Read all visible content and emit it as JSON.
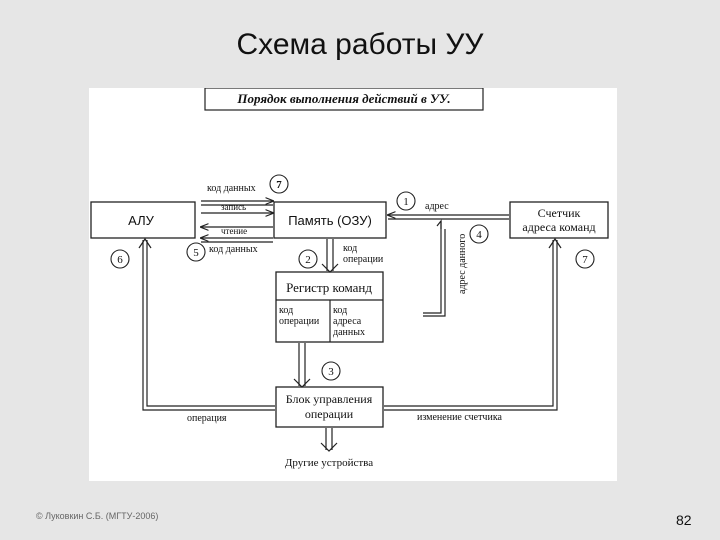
{
  "slide": {
    "title": "Схема работы УУ",
    "footer": "© Луковкин С.Б. (МГТУ-2006)",
    "page_number": "82"
  },
  "diagram": {
    "header": "Порядок выполнения действий в УУ.",
    "blocks": {
      "alu": "АЛУ",
      "memory": "Память (ОЗУ)",
      "counter_line1": "Счетчик",
      "counter_line2": "адреса команд",
      "register": "Регистр команд",
      "reg_left_line1": "код",
      "reg_left_line2": "операции",
      "reg_right_line1": "код",
      "reg_right_line2": "адреса",
      "reg_right_line3": "данных",
      "control_line1": "Блок управления",
      "control_line2": "операции"
    },
    "labels": {
      "data_code_top": "код данных",
      "write": "запись",
      "read": "чтение",
      "data_code_bottom": "код данных",
      "address": "адрес",
      "data_address": "адрес данного",
      "op_code_line1": "код",
      "op_code_line2": "операции",
      "operation": "операция",
      "counter_change": "изменение счетчика",
      "other_devices": "Другие устройства"
    },
    "steps": {
      "s1": "1",
      "s2": "2",
      "s3": "3",
      "s4": "4",
      "s5": "5",
      "s6": "6",
      "s7a": "7",
      "s7b": "7"
    }
  }
}
